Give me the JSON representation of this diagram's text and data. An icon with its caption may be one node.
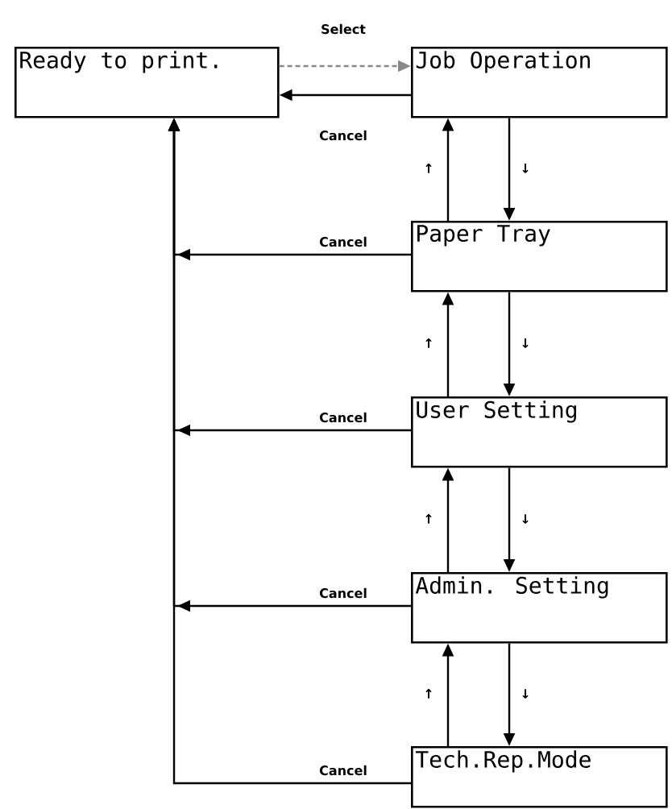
{
  "diagram": {
    "nodes": [
      {
        "text": [
          "Ready to print."
        ]
      },
      {
        "text": [
          "Job Operation"
        ]
      },
      {
        "text": [
          "Paper Tray"
        ]
      },
      {
        "text": [
          "User Setting"
        ]
      },
      {
        "text": [
          "Admin. Setting"
        ]
      },
      {
        "text": [
          "Tech.Rep.Mode"
        ]
      }
    ],
    "edges": [
      {
        "from": 0,
        "to": 1,
        "arrow": "to",
        "label": "Select",
        "style": "dashed",
        "color": "#888888"
      },
      {
        "from": 1,
        "to": 0,
        "arrow": "to",
        "label": "Cancel"
      },
      {
        "from": 2,
        "to": 1,
        "arrow": "to",
        "label": "↑"
      },
      {
        "from": 1,
        "to": 2,
        "arrow": "to",
        "label": "↓"
      },
      {
        "from": 3,
        "to": 2,
        "arrow": "to",
        "label": "↑"
      },
      {
        "from": 2,
        "to": 3,
        "arrow": "to",
        "label": "↓"
      },
      {
        "from": 4,
        "to": 3,
        "arrow": "to",
        "label": "↑"
      },
      {
        "from": 3,
        "to": 4,
        "arrow": "to",
        "label": "↓"
      },
      {
        "from": 5,
        "to": 4,
        "arrow": "to",
        "label": "↑"
      },
      {
        "from": 4,
        "to": 5,
        "arrow": "to",
        "label": "↓"
      },
      {
        "from": 2,
        "to": 0,
        "arrow": "to",
        "label": "Cancel"
      },
      {
        "from": 3,
        "to": 0,
        "arrow": "to",
        "label": "Cancel"
      },
      {
        "from": 4,
        "to": 0,
        "arrow": "to",
        "label": "Cancel"
      },
      {
        "from": 5,
        "to": 0,
        "arrow": "to",
        "label": "Cancel"
      }
    ]
  }
}
